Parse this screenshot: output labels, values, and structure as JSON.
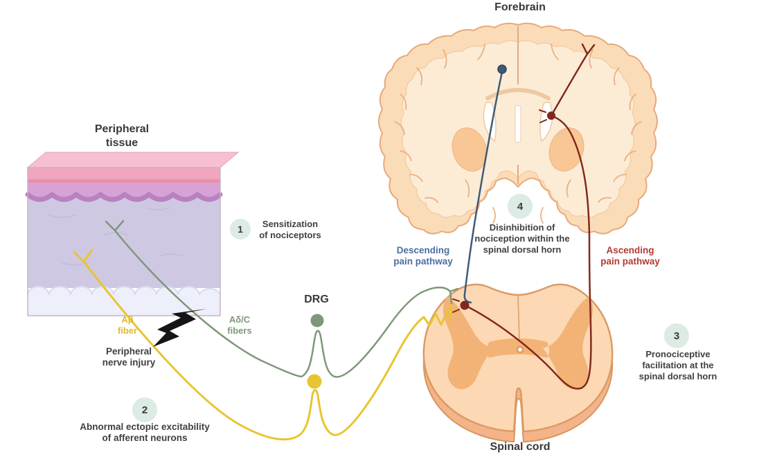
{
  "labels": {
    "forebrain": "Forebrain",
    "peripheral_tissue": [
      "Peripheral",
      "tissue"
    ],
    "drg": "DRG",
    "spinal_cord": "Spinal cord",
    "a_beta_fiber": [
      "Aβ",
      "fiber"
    ],
    "a_delta_c_fibers": [
      "Aδ/C",
      "fibers"
    ],
    "peripheral_nerve_injury": [
      "Peripheral",
      "nerve injury"
    ],
    "descending_pathway": [
      "Descending",
      "pain pathway"
    ],
    "ascending_pathway": [
      "Ascending",
      "pain pathway"
    ]
  },
  "annotations": [
    {
      "number": "1",
      "lines": [
        "Sensitization",
        "of nociceptors"
      ]
    },
    {
      "number": "2",
      "lines": [
        "Abnormal ectopic excitability",
        "of afferent neurons"
      ]
    },
    {
      "number": "3",
      "lines": [
        "Pronociceptive",
        "facilitation at the",
        "spinal dorsal horn"
      ]
    },
    {
      "number": "4",
      "lines": [
        "Disinhibition of",
        "nociception within the",
        "spinal dorsal horn"
      ]
    }
  ],
  "colors": {
    "badge-bg": "#dcebe3",
    "text-dark": "#3f3f3f",
    "fiber-yellow": "#e7c531",
    "label-yellow": "#e0ba29",
    "fiber-green": "#7d9878",
    "label-green": "#7d9878",
    "descending-blue": "#4a6da1",
    "ascending-red": "#b23a31",
    "line-blue": "#3e5a78",
    "line-red": "#82291d"
  }
}
